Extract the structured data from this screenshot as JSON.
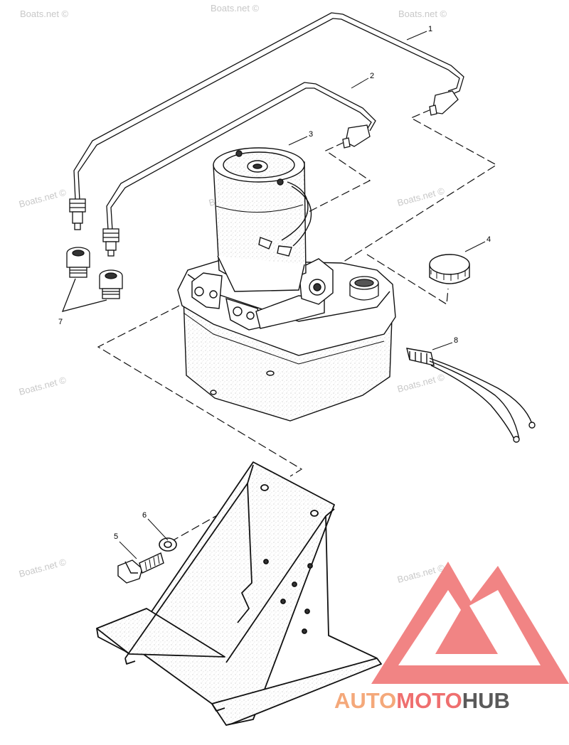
{
  "callouts": [
    "1",
    "2",
    "3",
    "4",
    "5",
    "6",
    "7",
    "8"
  ],
  "watermark": "Boats.net ©",
  "logo": {
    "part1": "AUTO",
    "part2": "MOTO",
    "part3": "HUB",
    "color1": "#f4a87a",
    "color2": "#ef6f6f",
    "color3": "#5a5a5a",
    "mark_color": "#ef6f6f"
  },
  "colors": {
    "line": "#111111",
    "fill": "#ffffff",
    "texture": "#d9d9d9"
  }
}
